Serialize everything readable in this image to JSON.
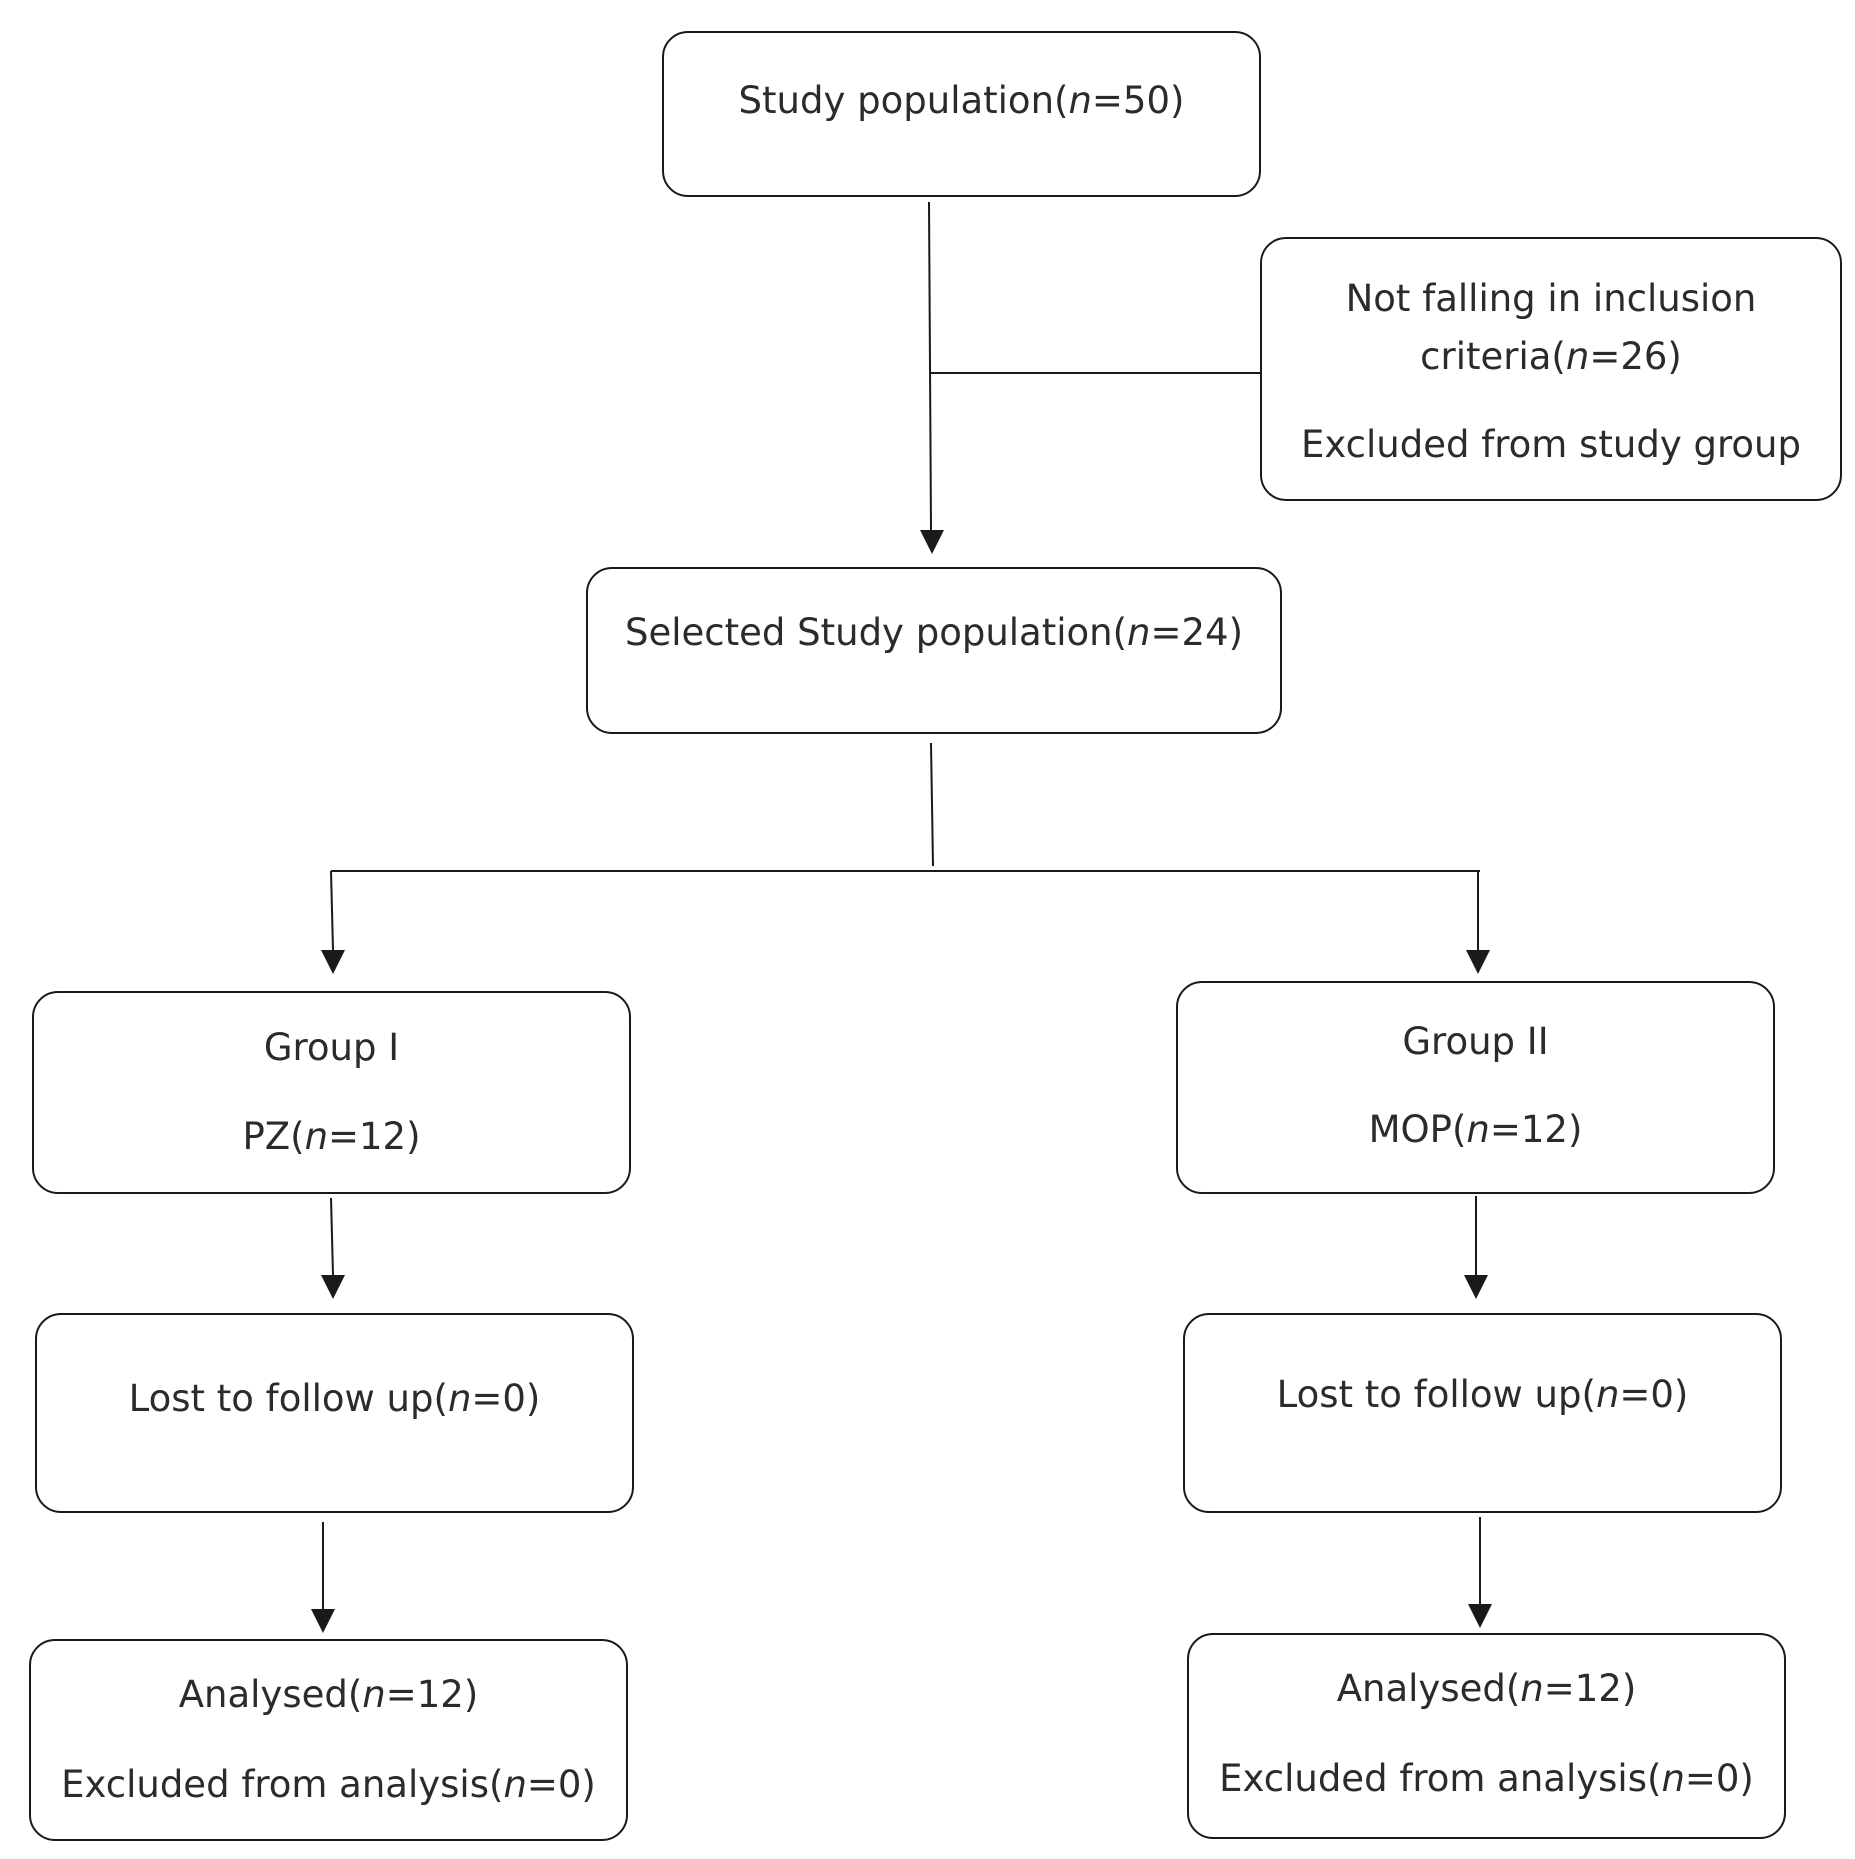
{
  "flowchart": {
    "study_population": {
      "label": "Study population(",
      "n": "n",
      "rest": "=50)"
    },
    "not_falling": {
      "line1": "Not falling in inclusion",
      "line2_label": "criteria(",
      "n": "n",
      "line2_rest": "=26)",
      "line3": "Excluded from study group"
    },
    "selected": {
      "label": "Selected Study population(",
      "n": "n",
      "rest": "=24)"
    },
    "group1": {
      "title": "Group I",
      "sub_label": "PZ(",
      "n": "n",
      "sub_rest": "=12)",
      "lost_label": "Lost to follow up(",
      "lost_n": "n",
      "lost_rest": "=0)",
      "analysed_label": "Analysed(",
      "analysed_n": "n",
      "analysed_rest": "=12)",
      "excluded_label": "Excluded from analysis(",
      "excluded_n": "n",
      "excluded_rest": "=0)"
    },
    "group2": {
      "title": "Group II",
      "sub_label": "MOP(",
      "n": "n",
      "sub_rest": "=12)",
      "lost_label": "Lost to follow up(",
      "lost_n": "n",
      "lost_rest": "=0)",
      "analysed_label": "Analysed(",
      "analysed_n": "n",
      "analysed_rest": "=12)",
      "excluded_label": "Excluded from analysis(",
      "excluded_n": "n",
      "excluded_rest": "=0)"
    }
  }
}
